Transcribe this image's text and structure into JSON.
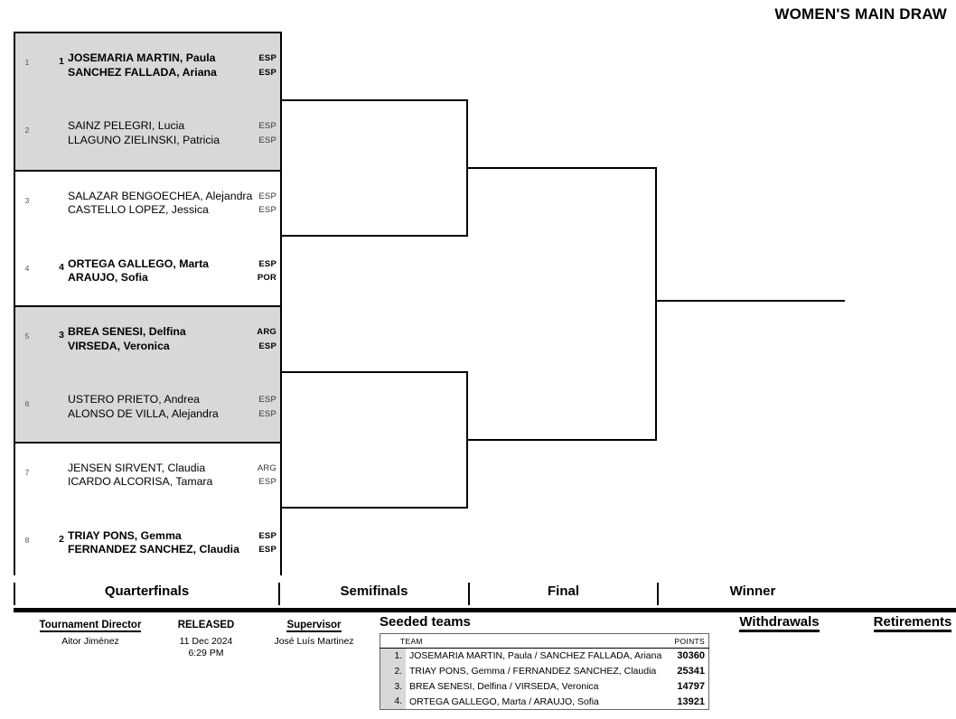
{
  "title": "WOMEN'S MAIN DRAW",
  "draw": {
    "slots": [
      {
        "no": "1",
        "seed": "1",
        "bold": true,
        "players": [
          "JOSEMARIA MARTIN, Paula",
          "SANCHEZ FALLADA, Ariana"
        ],
        "countries": [
          "ESP",
          "ESP"
        ]
      },
      {
        "no": "2",
        "seed": "",
        "bold": false,
        "players": [
          "SAINZ PELEGRI, Lucia",
          "LLAGUNO ZIELINSKI, Patricia"
        ],
        "countries": [
          "ESP",
          "ESP"
        ]
      },
      {
        "no": "3",
        "seed": "",
        "bold": false,
        "players": [
          "SALAZAR BENGOECHEA, Alejandra",
          "CASTELLO LOPEZ, Jessica"
        ],
        "countries": [
          "ESP",
          "ESP"
        ]
      },
      {
        "no": "4",
        "seed": "4",
        "bold": true,
        "players": [
          "ORTEGA GALLEGO, Marta",
          "ARAUJO, Sofia"
        ],
        "countries": [
          "ESP",
          "POR"
        ]
      },
      {
        "no": "5",
        "seed": "3",
        "bold": true,
        "players": [
          "BREA SENESI, Delfina",
          "VIRSEDA, Veronica"
        ],
        "countries": [
          "ARG",
          "ESP"
        ]
      },
      {
        "no": "6",
        "seed": "",
        "bold": false,
        "players": [
          "USTERO PRIETO, Andrea",
          "ALONSO DE VILLA, Alejandra"
        ],
        "countries": [
          "ESP",
          "ESP"
        ]
      },
      {
        "no": "7",
        "seed": "",
        "bold": false,
        "players": [
          "JENSEN SIRVENT, Claudia",
          "ICARDO ALCORISA, Tamara"
        ],
        "countries": [
          "ARG",
          "ESP"
        ]
      },
      {
        "no": "8",
        "seed": "2",
        "bold": true,
        "players": [
          "TRIAY PONS, Gemma",
          "FERNANDEZ SANCHEZ, Claudia"
        ],
        "countries": [
          "ESP",
          "ESP"
        ]
      }
    ]
  },
  "rounds": [
    {
      "label": "Quarterfinals"
    },
    {
      "label": "Semifinals"
    },
    {
      "label": "Final"
    },
    {
      "label": "Winner"
    }
  ],
  "footer": {
    "tournament_director": {
      "label": "Tournament Director",
      "value": "Aitor Jiménez"
    },
    "released": {
      "label": "RELEASED",
      "value_date": "11 Dec 2024",
      "value_time": "6:29 PM"
    },
    "supervisor": {
      "label": "Supervisor",
      "value": "José Luís Martinez"
    },
    "withdrawals": {
      "label": "Withdrawals"
    },
    "retirements": {
      "label": "Retirements"
    }
  },
  "seeded": {
    "title": "Seeded teams",
    "columns": [
      "TEAM",
      "POINTS"
    ],
    "rows": [
      {
        "rank": "1.",
        "team": "JOSEMARIA MARTIN, Paula / SANCHEZ FALLADA, Ariana",
        "points": "30360"
      },
      {
        "rank": "2.",
        "team": "TRIAY PONS, Gemma / FERNANDEZ SANCHEZ, Claudia",
        "points": "25341"
      },
      {
        "rank": "3.",
        "team": "BREA SENESI, Delfina / VIRSEDA, Veronica",
        "points": "14797"
      },
      {
        "rank": "4.",
        "team": "ORTEGA GALLEGO, Marta / ARAUJO, Sofia",
        "points": "13921"
      }
    ]
  },
  "colors": {
    "shade": "#d8d8d8",
    "line": "#000000"
  }
}
